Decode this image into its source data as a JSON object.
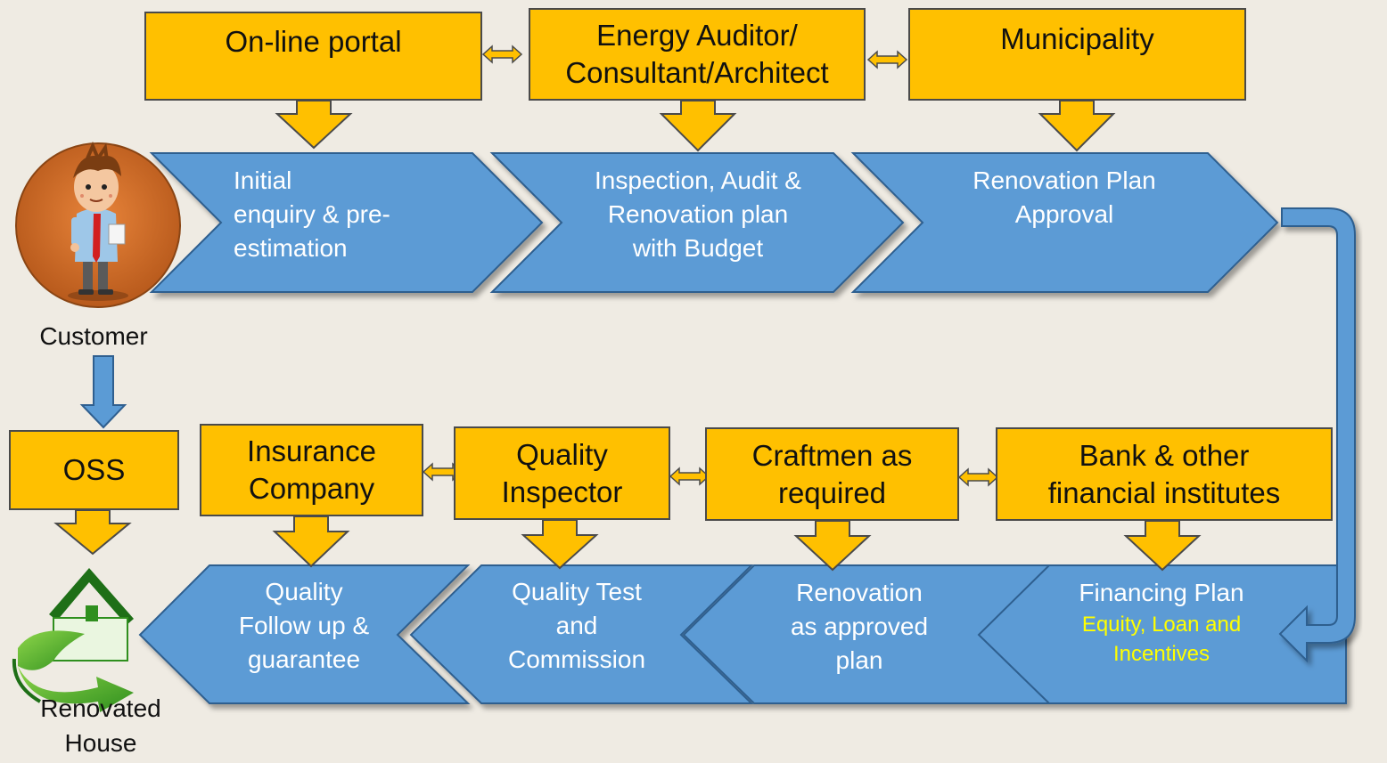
{
  "actors": {
    "customer": "Customer",
    "oss": "OSS",
    "renovated_house": [
      "Renovated",
      "House"
    ]
  },
  "top_row": {
    "providers": [
      {
        "lines": [
          "On-line portal"
        ]
      },
      {
        "lines": [
          "Energy Auditor/",
          "Consultant/Architect"
        ]
      },
      {
        "lines": [
          "Municipality"
        ]
      }
    ],
    "steps": [
      {
        "lines": [
          "Initial",
          "enquiry & pre-",
          "estimation"
        ]
      },
      {
        "lines": [
          "Inspection, Audit &",
          "Renovation plan",
          "with Budget"
        ]
      },
      {
        "lines": [
          "Renovation Plan",
          "Approval"
        ]
      }
    ]
  },
  "bottom_row": {
    "providers": [
      {
        "lines": [
          "Insurance",
          "Company"
        ]
      },
      {
        "lines": [
          "Quality",
          "Inspector"
        ]
      },
      {
        "lines": [
          "Craftmen as",
          "required"
        ]
      },
      {
        "lines": [
          "Bank & other",
          "financial institutes"
        ]
      }
    ],
    "steps": [
      {
        "lines": [
          "Quality",
          "Follow up &",
          "guarantee"
        ]
      },
      {
        "lines": [
          "Quality Test",
          "and",
          "Commission"
        ]
      },
      {
        "lines": [
          "Renovation",
          "as approved",
          "plan"
        ]
      },
      {
        "lines": [
          "Financing Plan"
        ],
        "sub_lines": [
          "Equity, Loan and",
          "Incentives"
        ]
      }
    ]
  },
  "colors": {
    "background": "#efebe3",
    "provider_fill": "#ffc000",
    "step_fill": "#5b9bd5",
    "step_text": "#ffffff",
    "highlight_text": "#ffff00",
    "flow_arrow": "#5b9bd5"
  }
}
